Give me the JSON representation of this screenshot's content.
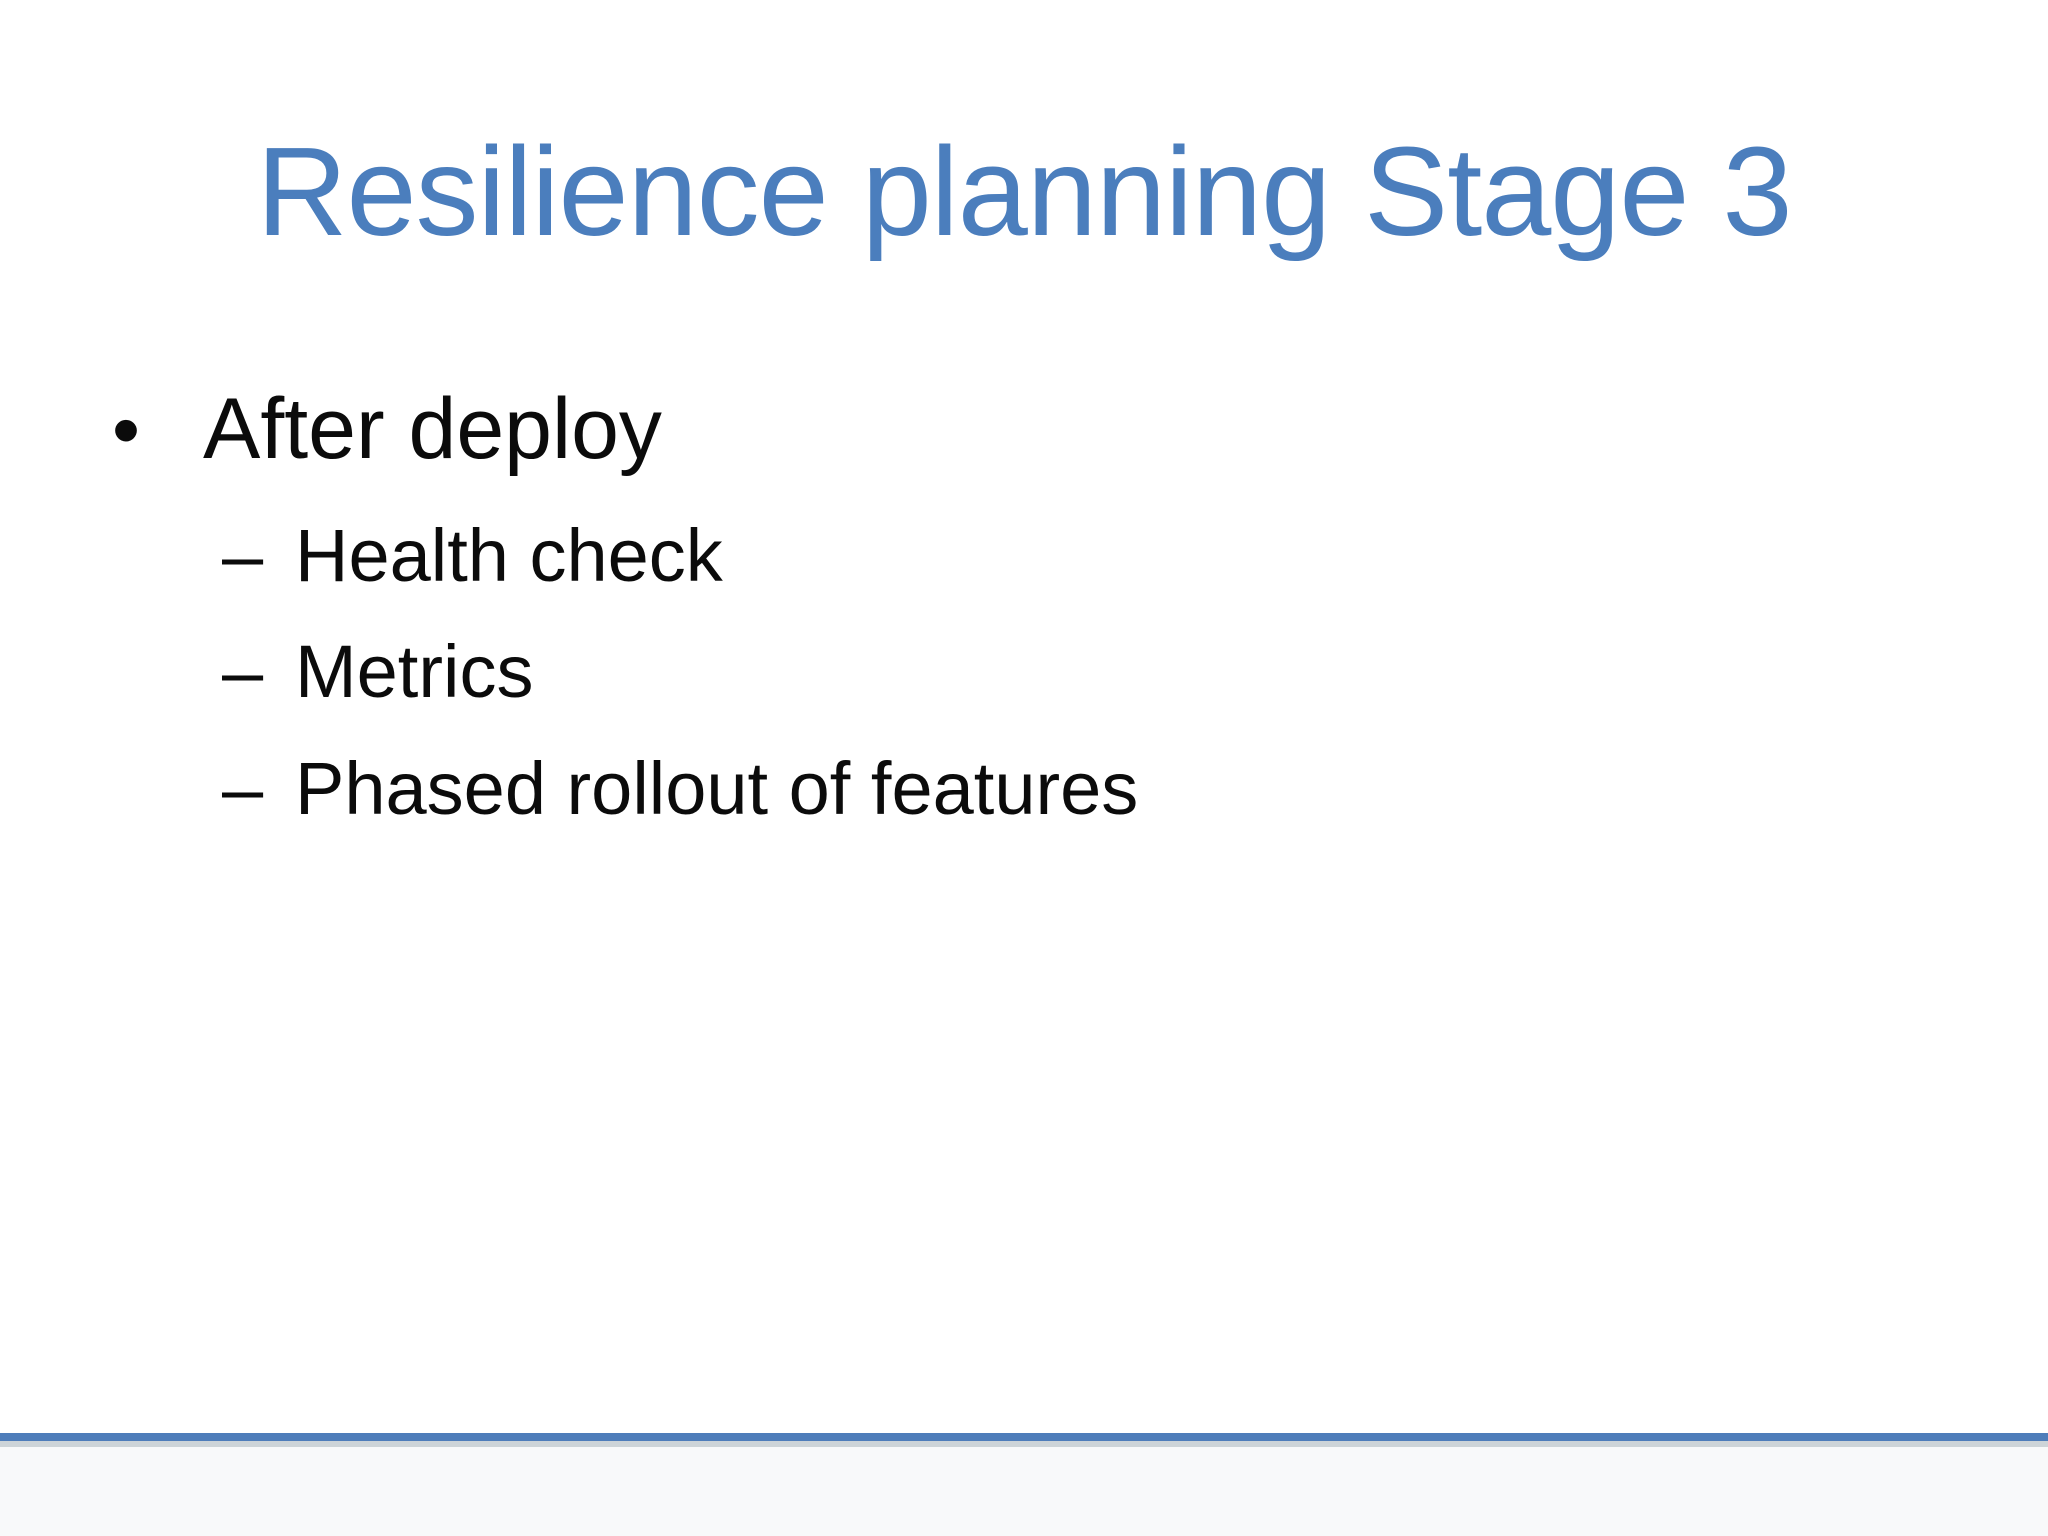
{
  "slide": {
    "title": "Resilience planning Stage 3",
    "colors": {
      "title_blue": "#4b7ebd",
      "body_text": "#0b0b0b",
      "footer_accent_line": "#4e7dba",
      "footer_secondary_line": "#cdd4d8",
      "footer_strip": "#f8f9fa",
      "background": "#ffffff"
    },
    "bullets": [
      {
        "marker": "•",
        "label": "After deploy",
        "children": [
          {
            "marker": "–",
            "label": "Health check"
          },
          {
            "marker": "–",
            "label": "Metrics"
          },
          {
            "marker": "–",
            "label": "Phased rollout of features"
          }
        ]
      }
    ]
  }
}
